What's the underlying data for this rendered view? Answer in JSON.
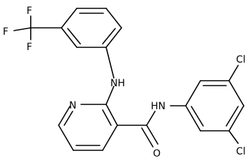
{
  "molecule": {
    "labels": {
      "f_top": "F",
      "f_left": "F",
      "f_bottom": "F",
      "nh_amine": "NH",
      "n_pyridine": "N",
      "nh_amide": "HN",
      "o_carbonyl": "O",
      "cl_top": "Cl",
      "cl_bottom": "Cl"
    }
  }
}
